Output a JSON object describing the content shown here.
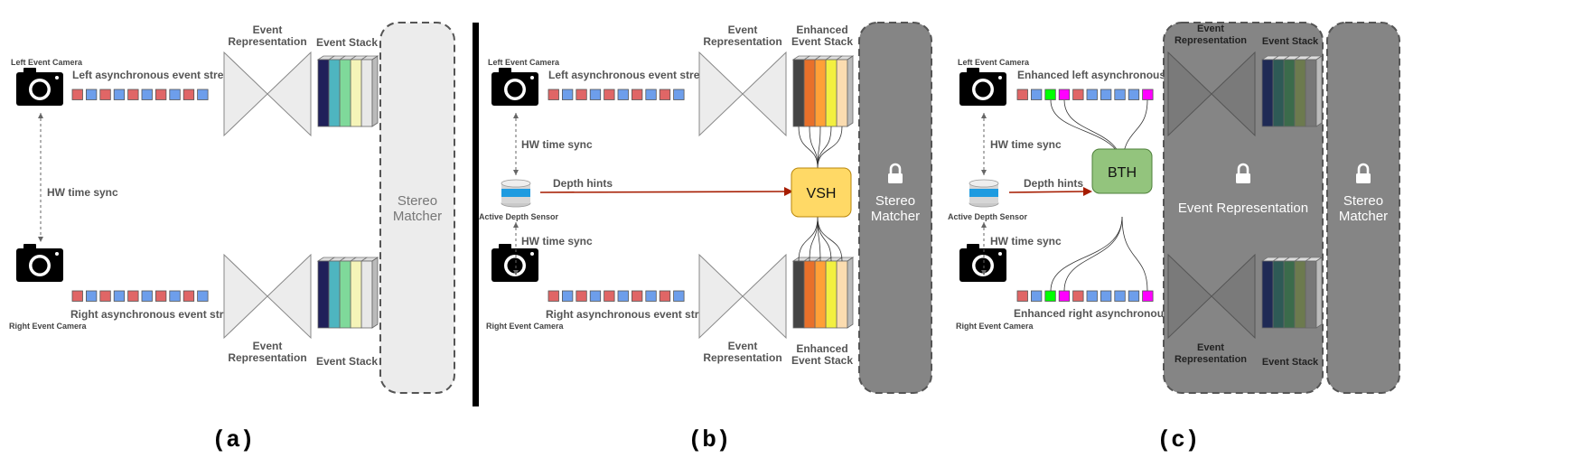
{
  "panel_a": {
    "left_camera": "Left Event Camera",
    "right_camera": "Right Event Camera",
    "left_stream": "Left asynchronous event stream",
    "right_stream": "Right asynchronous event stream",
    "sync": "HW time sync",
    "repr_top": [
      "Event",
      "Representation"
    ],
    "repr_bottom": [
      "Event",
      "Representation"
    ],
    "stack_top": "Event Stack",
    "stack_bottom": "Event Stack",
    "matcher": [
      "Stereo",
      "Matcher"
    ],
    "caption": "(a)"
  },
  "panel_b": {
    "left_camera": "Left Event Camera",
    "right_camera": "Right Event Camera",
    "left_stream": "Left asynchronous event stream",
    "right_stream": "Right asynchronous event stream",
    "sync_top": "HW time sync",
    "sync_bottom": "HW time sync",
    "sensor": "Active Depth Sensor",
    "hints": "Depth hints",
    "module": "VSH",
    "repr_top": [
      "Event",
      "Representation"
    ],
    "repr_bottom": [
      "Event",
      "Representation"
    ],
    "stack_top": [
      "Enhanced",
      "Event Stack"
    ],
    "stack_bottom": [
      "Enhanced",
      "Event Stack"
    ],
    "matcher": [
      "Stereo",
      "Matcher"
    ],
    "caption": "(b)"
  },
  "panel_c": {
    "left_camera": "Left Event Camera",
    "right_camera": "Right Event Camera",
    "left_stream": "Enhanced left asynchronous event stream",
    "right_stream": "Enhanced right asynchronous event stream",
    "sync_top": "HW time sync",
    "sync_bottom": "HW time sync",
    "sensor": "Active Depth Sensor",
    "hints": "Depth hints",
    "module": "BTH",
    "repr_top": [
      "Event",
      "Representation"
    ],
    "repr_bottom": [
      "Event",
      "Representation"
    ],
    "stack_top": "Event Stack",
    "stack_bottom": "Event Stack",
    "repr_center": "Event Representation",
    "matcher": [
      "Stereo",
      "Matcher"
    ],
    "caption": "(c)"
  },
  "colors": {
    "event_red": "#e06666",
    "event_blue": "#6d9eeb",
    "event_green": "#00ff00",
    "event_magenta": "#ff00ff",
    "vsh_fill": "#ffd966",
    "bth_fill": "#93c47d",
    "depth_arrow": "#a61c00",
    "frozen_gray": "#858585",
    "stack_a": [
      "#20205a",
      "#4eb5c0",
      "#7fd99a",
      "#f5f4b8",
      "#e8e8e8"
    ],
    "stack_b": [
      "#444444",
      "#e8702a",
      "#ffa037",
      "#f3f040",
      "#fbdcb0"
    ],
    "stack_c": [
      "#1f2a55",
      "#2e5a56",
      "#3b6b4b",
      "#6c7a4e",
      "#777777"
    ]
  },
  "icons": [
    "camera-icon",
    "lock-icon",
    "depth-sensor-icon"
  ]
}
